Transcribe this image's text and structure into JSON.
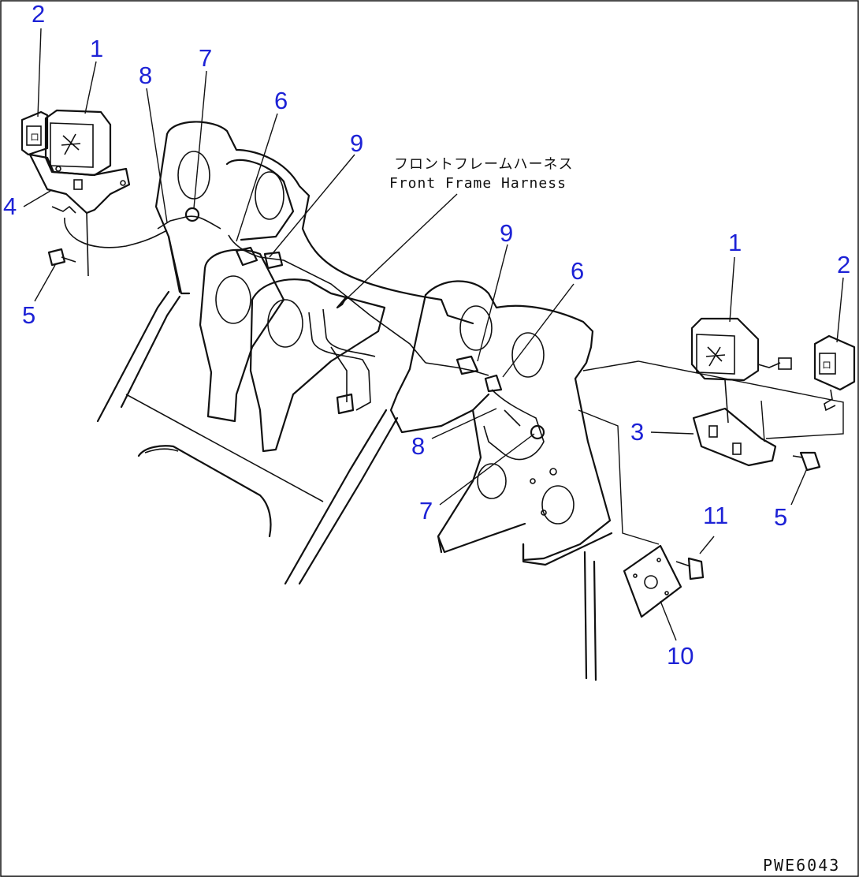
{
  "harness_label": {
    "japanese": "フロントフレームハーネス",
    "english": "Front Frame Harness"
  },
  "drawing_code": "PWE6043",
  "callouts": [
    {
      "id": "c2a",
      "text": "2"
    },
    {
      "id": "c1a",
      "text": "1"
    },
    {
      "id": "c8a",
      "text": "8"
    },
    {
      "id": "c7a",
      "text": "7"
    },
    {
      "id": "c6a",
      "text": "6"
    },
    {
      "id": "c9a",
      "text": "9"
    },
    {
      "id": "c4a",
      "text": "4"
    },
    {
      "id": "c5a",
      "text": "5"
    },
    {
      "id": "c9b",
      "text": "9"
    },
    {
      "id": "c1b",
      "text": "1"
    },
    {
      "id": "c2b",
      "text": "2"
    },
    {
      "id": "c6b",
      "text": "6"
    },
    {
      "id": "c3b",
      "text": "3"
    },
    {
      "id": "c8b",
      "text": "8"
    },
    {
      "id": "c5b",
      "text": "5"
    },
    {
      "id": "c7b",
      "text": "7"
    },
    {
      "id": "c11",
      "text": "11"
    },
    {
      "id": "c10",
      "text": "10"
    }
  ],
  "colors": {
    "callout": "#1d22d6",
    "linework": "#111111",
    "background": "#ffffff"
  }
}
